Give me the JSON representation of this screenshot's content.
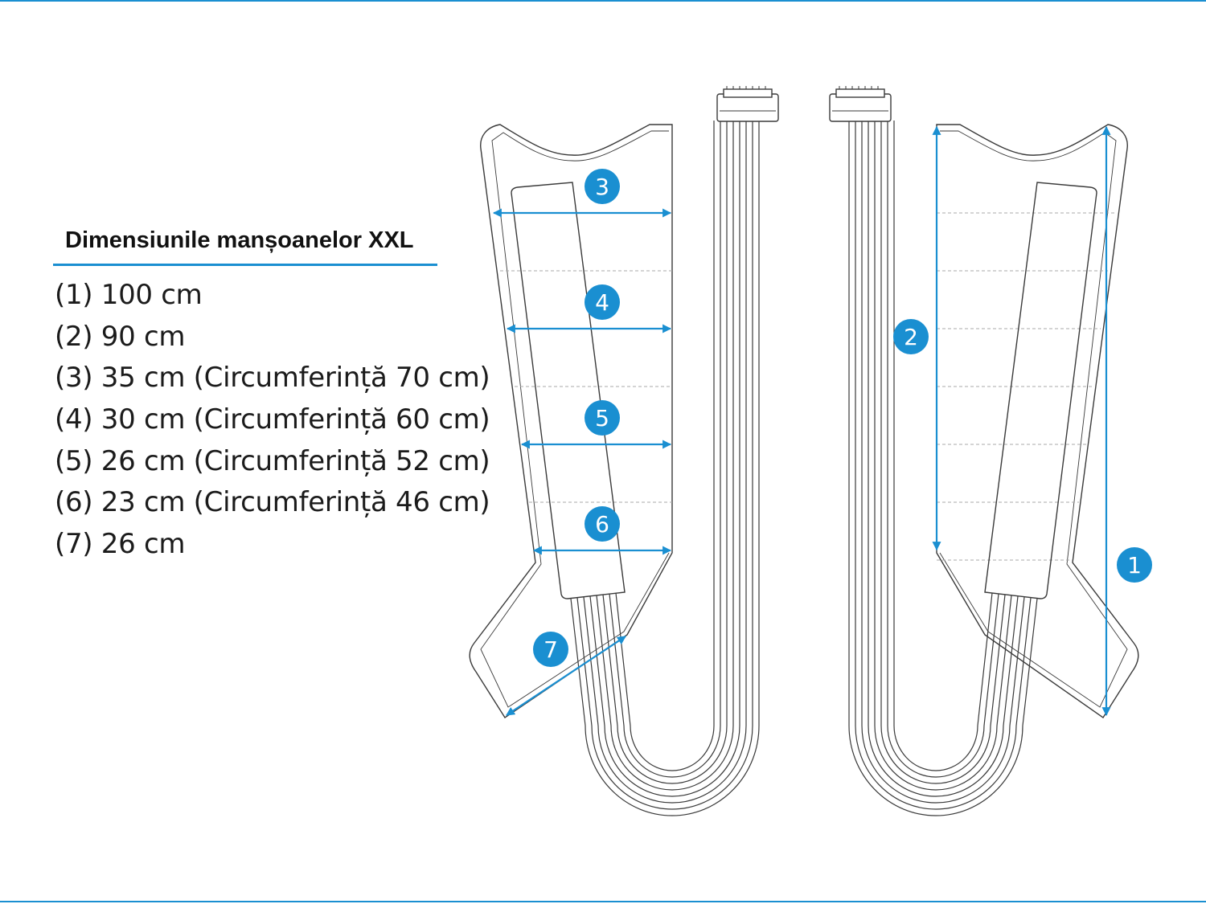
{
  "title": "Dimensiunile manșoanelor XXL",
  "dimensions": [
    "(1) 100 cm",
    "(2) 90 cm",
    "(3) 35 cm (Circumferință 70 cm)",
    "(4) 30 cm (Circumferință 60 cm)",
    "(5) 26 cm (Circumferință 52 cm)",
    "(6) 23 cm (Circumferință 46 cm)",
    "(7) 26 cm"
  ],
  "badges": [
    "1",
    "2",
    "3",
    "4",
    "5",
    "6",
    "7"
  ],
  "colors": {
    "accent": "#1a8fd1",
    "outline": "#3a3a3a",
    "text": "#1b1b1b"
  }
}
